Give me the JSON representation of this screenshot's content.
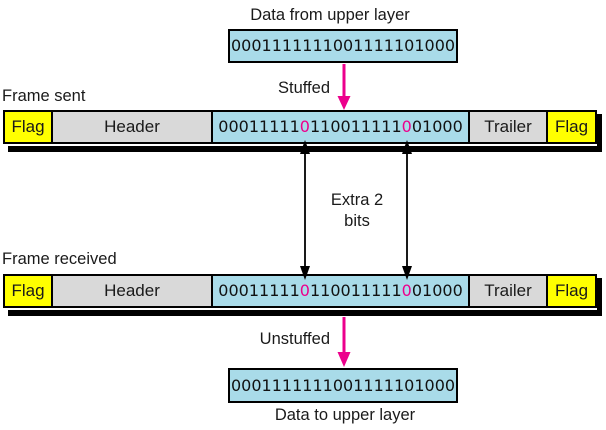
{
  "colors": {
    "data_box_cyan": "#a9dbe9",
    "flag_yellow": "#ffff00",
    "header_gray": "#d9d9d9",
    "arrow_pink": "#ec008c",
    "line_black": "#000000"
  },
  "top_flow": {
    "caption": "Data from upper layer",
    "bits": "0001111111001111101000",
    "arrow_label": "Stuffed"
  },
  "frame_sent": {
    "label": "Frame sent",
    "cells": {
      "flag_left": "Flag",
      "header": "Header",
      "trailer": "Trailer",
      "flag_right": "Flag"
    },
    "bits": "000111110110011111001000",
    "highlight_indices": [
      8,
      18
    ]
  },
  "middle": {
    "extra_label_line1": "Extra 2",
    "extra_label_line2": "bits"
  },
  "frame_received": {
    "label": "Frame received",
    "cells": {
      "flag_left": "Flag",
      "header": "Header",
      "trailer": "Trailer",
      "flag_right": "Flag"
    },
    "bits": "000111110110011111001000",
    "highlight_indices": [
      8,
      18
    ]
  },
  "bottom_flow": {
    "arrow_label": "Unstuffed",
    "bits": "0001111111001111101000",
    "caption": "Data to upper layer"
  }
}
